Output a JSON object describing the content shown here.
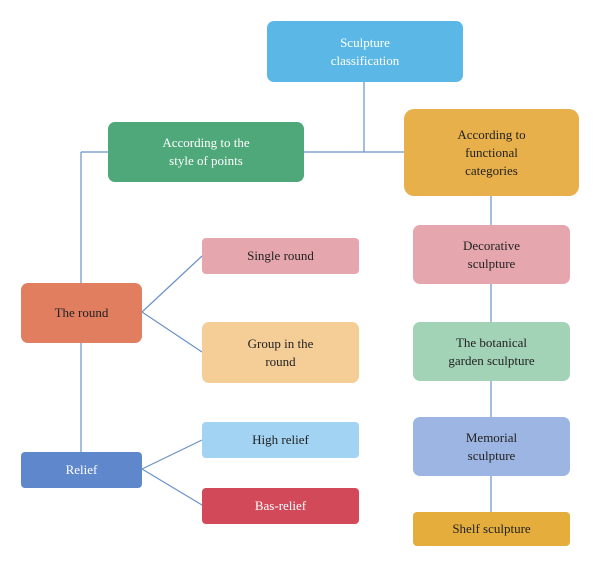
{
  "nodes": {
    "root": {
      "line1": "Sculpture",
      "line2": "classification",
      "color": "#5bb8e6"
    },
    "style": {
      "line1": "According to the",
      "line2": "style of points",
      "color": "#4fa87a"
    },
    "functional": {
      "line1": "According to",
      "line2": "functional",
      "line3": "categories",
      "color": "#e8b04a"
    },
    "round": {
      "label": "The round",
      "color": "#e07e5f"
    },
    "relief": {
      "label": "Relief",
      "color": "#5f88cc"
    },
    "single_round": {
      "label": "Single round",
      "color": "#e6a6ad"
    },
    "group_round": {
      "line1": "Group in the",
      "line2": "round",
      "color": "#f5cd97"
    },
    "high_relief": {
      "label": "High relief",
      "color": "#a3d3f2"
    },
    "bas_relief": {
      "label": "Bas-relief",
      "color": "#d2495a"
    },
    "decorative": {
      "line1": "Decorative",
      "line2": "sculpture",
      "color": "#e6a6ad"
    },
    "botanical": {
      "line1": "The botanical",
      "line2": "garden sculpture",
      "color": "#a3d3b7"
    },
    "memorial": {
      "line1": "Memorial",
      "line2": "sculpture",
      "color": "#9db5e2"
    },
    "shelf": {
      "label": "Shelf sculpture",
      "color": "#e5ae3c"
    }
  },
  "line_color": "#6a92c8"
}
